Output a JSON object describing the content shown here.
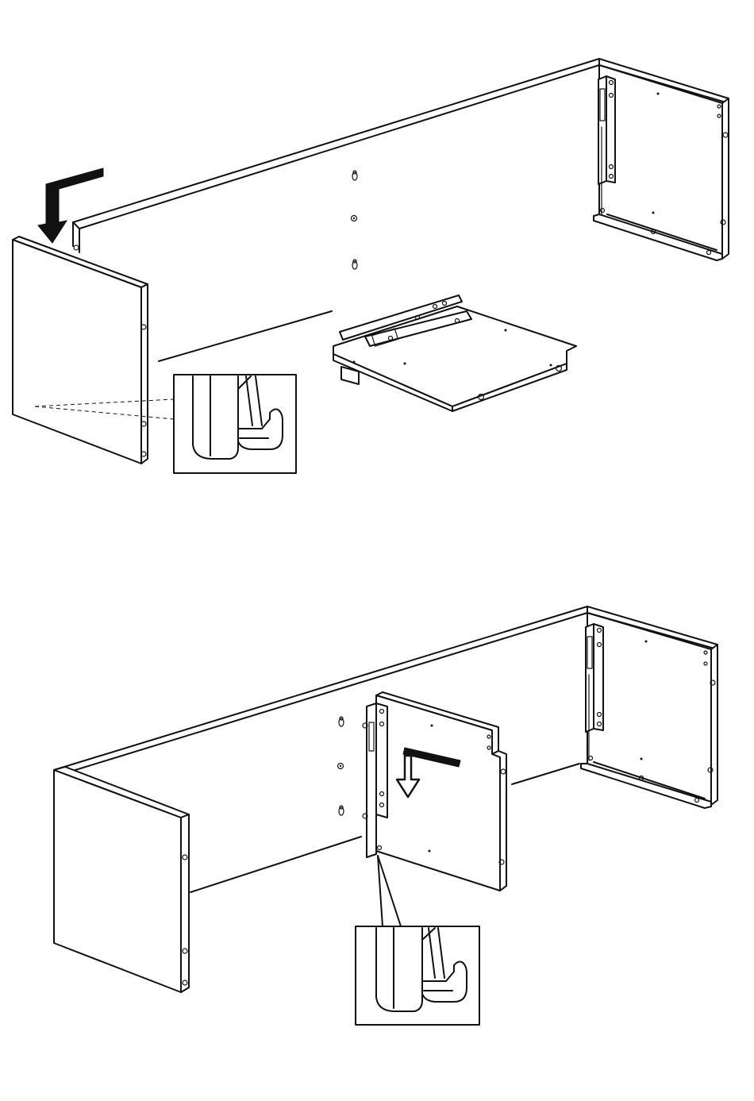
{
  "diagram": {
    "steps": [
      {
        "id": "step-1",
        "description_parts": [
          "back-panel",
          "side-panel",
          "drawer-shelf",
          "detail-callout"
        ],
        "arrow": "solid-black-down"
      },
      {
        "id": "step-2",
        "description_parts": [
          "back-panel",
          "side-panel",
          "divider-panel",
          "detail-callout"
        ],
        "arrow": "hollow-down"
      }
    ],
    "colors": {
      "line": "#111111",
      "background": "#ffffff"
    }
  }
}
